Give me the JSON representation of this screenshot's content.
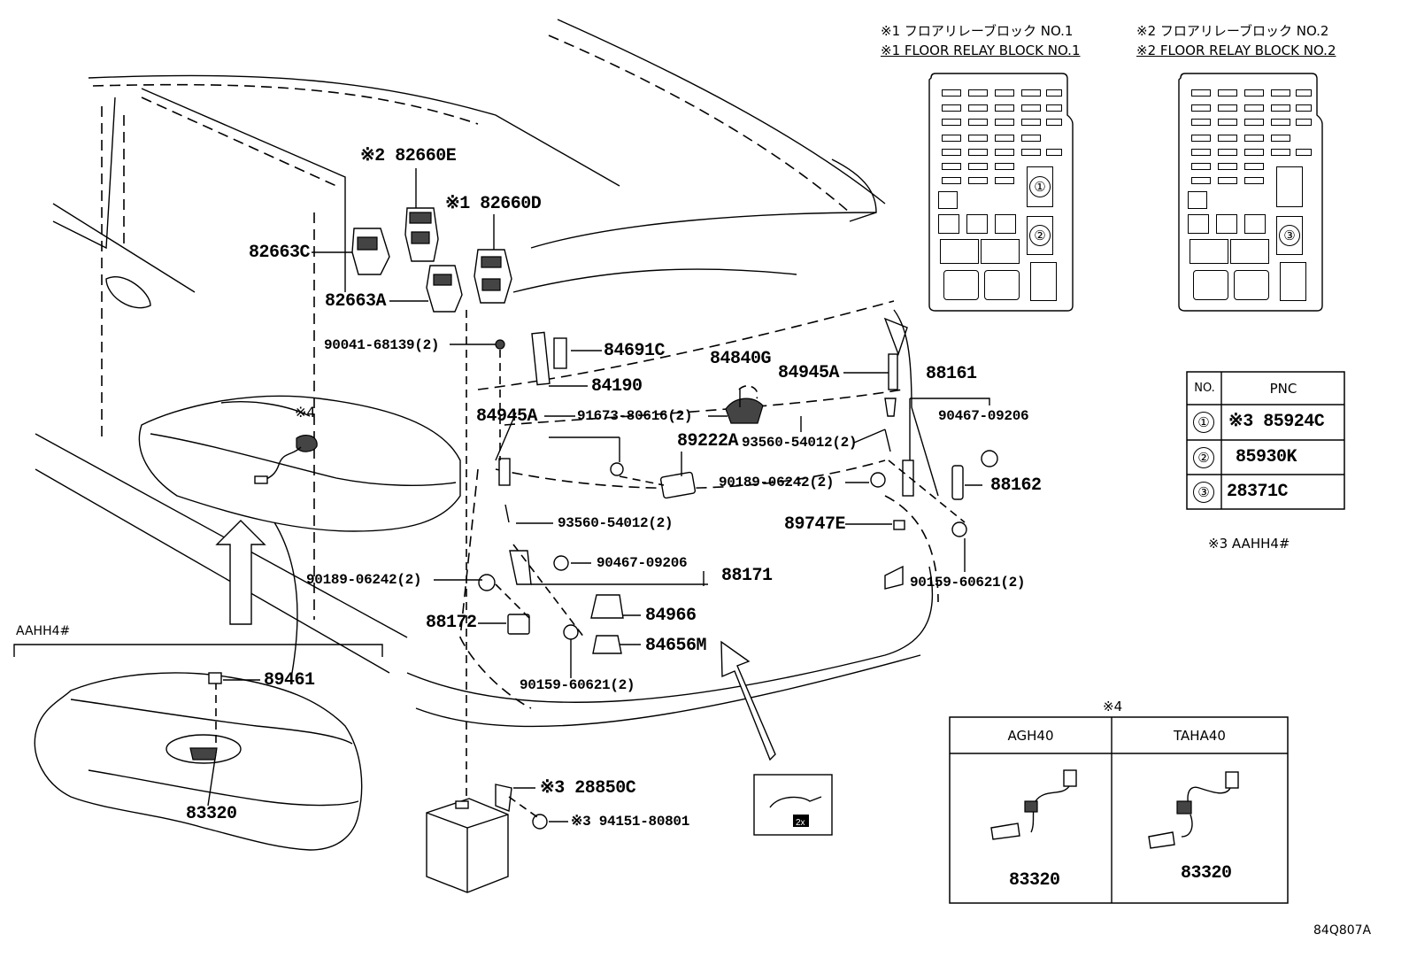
{
  "relay_blocks": {
    "block1": {
      "title_jp": "※1 フロアリレーブロック NO.1",
      "title_en": "※1 FLOOR RELAY BLOCK NO.1",
      "positions": [
        "①",
        "②"
      ]
    },
    "block2": {
      "title_jp": "※2 フロアリレーブロック NO.2",
      "title_en": "※2 FLOOR RELAY BLOCK NO.2",
      "positions": [
        "③"
      ]
    }
  },
  "pnc_table": {
    "headers": [
      "NO.",
      "PNC"
    ],
    "rows": [
      {
        "no": "①",
        "pnc": "※3 85924C"
      },
      {
        "no": "②",
        "pnc": "85930K"
      },
      {
        "no": "③",
        "pnc": "28371C"
      }
    ],
    "note": "※3 AAHH4#"
  },
  "variant_table": {
    "title": "※4",
    "columns": [
      "AGH40",
      "TAHA40"
    ],
    "parts": [
      "83320",
      "83320"
    ]
  },
  "inset": {
    "label": "AAHH4#",
    "parts": [
      "89461",
      "83320"
    ]
  },
  "labels": {
    "p82660E": "※2 82660E",
    "p82660D": "※1 82660D",
    "p82663C": "82663C",
    "p82663A": "82663A",
    "p90041": "90041-68139(2)",
    "p84691C": "84691C",
    "p84190": "84190",
    "p84840G": "84840G",
    "p84945A_r": "84945A",
    "p88161": "88161",
    "p84945A_l": "84945A",
    "p91673": "91673-80616(2)",
    "p90467_r": "90467-09206",
    "p89222A": "89222A",
    "p93560_r": "93560-54012(2)",
    "p90189_r": "90189-06242(2)",
    "p88162": "88162",
    "p93560_l": "93560-54012(2)",
    "p89747E": "89747E",
    "p90467_l": "90467-09206",
    "p88171": "88171",
    "p90189_l": "90189-06242(2)",
    "p90159_r": "90159-60621(2)",
    "p84966": "84966",
    "p88172": "88172",
    "p84656M": "84656M",
    "p90159_l": "90159-60621(2)",
    "p28850C": "※3 28850C",
    "p94151": "※3 94151-80801",
    "note4": "※4",
    "code": "84Q807A"
  }
}
